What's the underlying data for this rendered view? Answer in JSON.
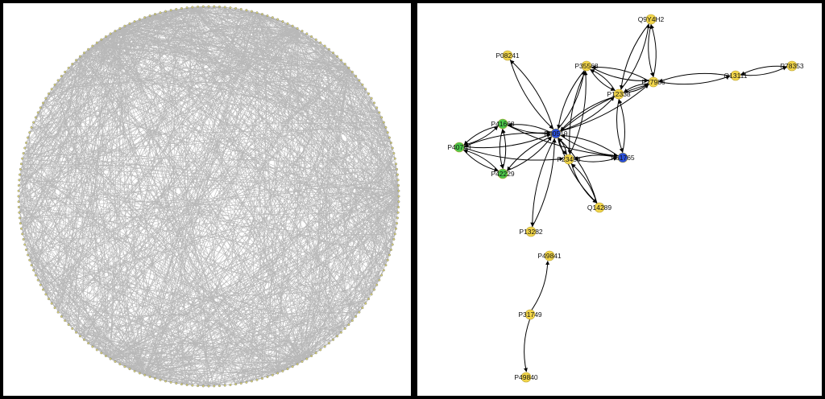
{
  "left_panel": {
    "node_count": 220,
    "edge_count": 1300,
    "edge_color": "#000000",
    "node_color": "#d9d27a"
  },
  "right_panel": {
    "colors": {
      "yellow": "#f2d64b",
      "green": "#4cc84a",
      "blue": "#2a4fd8"
    },
    "nodes": [
      {
        "id": "Q9Y4H2",
        "label": "Q9Y4H2",
        "color": "yellow"
      },
      {
        "id": "P08241",
        "label": "P08241",
        "color": "yellow"
      },
      {
        "id": "P35568",
        "label": "P35568",
        "color": "yellow"
      },
      {
        "id": "P27986",
        "label": "P27986",
        "color": "yellow"
      },
      {
        "id": "Q13111",
        "label": "Q13111",
        "color": "yellow"
      },
      {
        "id": "P78353",
        "label": "P78353",
        "color": "yellow"
      },
      {
        "id": "P12338",
        "label": "P12338",
        "color": "yellow"
      },
      {
        "id": "P41668",
        "label": "P41668",
        "color": "green"
      },
      {
        "id": "P00519",
        "label": "P00519",
        "color": "blue"
      },
      {
        "id": "P40763",
        "label": "P40763",
        "color": "green"
      },
      {
        "id": "P23458",
        "label": "P23458",
        "color": "yellow"
      },
      {
        "id": "P51765",
        "label": "P51765",
        "color": "blue"
      },
      {
        "id": "P42229",
        "label": "P42229",
        "color": "green"
      },
      {
        "id": "Q14289",
        "label": "Q14289",
        "color": "yellow"
      },
      {
        "id": "P13282",
        "label": "P13282",
        "color": "yellow"
      },
      {
        "id": "P49841",
        "label": "P49841",
        "color": "yellow"
      },
      {
        "id": "P31749",
        "label": "P31749",
        "color": "yellow"
      },
      {
        "id": "P49840",
        "label": "P49840",
        "color": "yellow"
      }
    ],
    "edges": [
      [
        "Q9Y4H2",
        "P27986"
      ],
      [
        "P27986",
        "Q9Y4H2"
      ],
      [
        "Q9Y4H2",
        "P12338"
      ],
      [
        "P12338",
        "Q9Y4H2"
      ],
      [
        "P27986",
        "Q13111"
      ],
      [
        "Q13111",
        "P27986"
      ],
      [
        "Q13111",
        "P78353"
      ],
      [
        "P78353",
        "Q13111"
      ],
      [
        "P35568",
        "P27986"
      ],
      [
        "P27986",
        "P35568"
      ],
      [
        "P35568",
        "P12338"
      ],
      [
        "P12338",
        "P35568"
      ],
      [
        "P12338",
        "P27986"
      ],
      [
        "P27986",
        "P12338"
      ],
      [
        "P00519",
        "P08241"
      ],
      [
        "P08241",
        "P00519"
      ],
      [
        "P00519",
        "P35568"
      ],
      [
        "P35568",
        "P00519"
      ],
      [
        "P00519",
        "P12338"
      ],
      [
        "P12338",
        "P00519"
      ],
      [
        "P00519",
        "P27986"
      ],
      [
        "P27986",
        "P00519"
      ],
      [
        "P41668",
        "P00519"
      ],
      [
        "P00519",
        "P41668"
      ],
      [
        "P40763",
        "P00519"
      ],
      [
        "P00519",
        "P40763"
      ],
      [
        "P42229",
        "P00519"
      ],
      [
        "P00519",
        "P42229"
      ],
      [
        "P41668",
        "P40763"
      ],
      [
        "P40763",
        "P41668"
      ],
      [
        "P41668",
        "P42229"
      ],
      [
        "P42229",
        "P41668"
      ],
      [
        "P40763",
        "P42229"
      ],
      [
        "P42229",
        "P40763"
      ],
      [
        "P00519",
        "P23458"
      ],
      [
        "P23458",
        "P00519"
      ],
      [
        "P23458",
        "P51765"
      ],
      [
        "P51765",
        "P23458"
      ],
      [
        "P00519",
        "P51765"
      ],
      [
        "P51765",
        "P00519"
      ],
      [
        "P12338",
        "P51765"
      ],
      [
        "P51765",
        "P12338"
      ],
      [
        "P23458",
        "P35568"
      ],
      [
        "P35568",
        "P23458"
      ],
      [
        "P00519",
        "Q14289"
      ],
      [
        "Q14289",
        "P00519"
      ],
      [
        "P23458",
        "Q14289"
      ],
      [
        "Q14289",
        "P23458"
      ],
      [
        "P00519",
        "P13282"
      ],
      [
        "P13282",
        "P00519"
      ],
      [
        "P41668",
        "P51765"
      ],
      [
        "P40763",
        "P23458"
      ],
      [
        "P31749",
        "P49841"
      ],
      [
        "P31749",
        "P49840"
      ]
    ]
  }
}
